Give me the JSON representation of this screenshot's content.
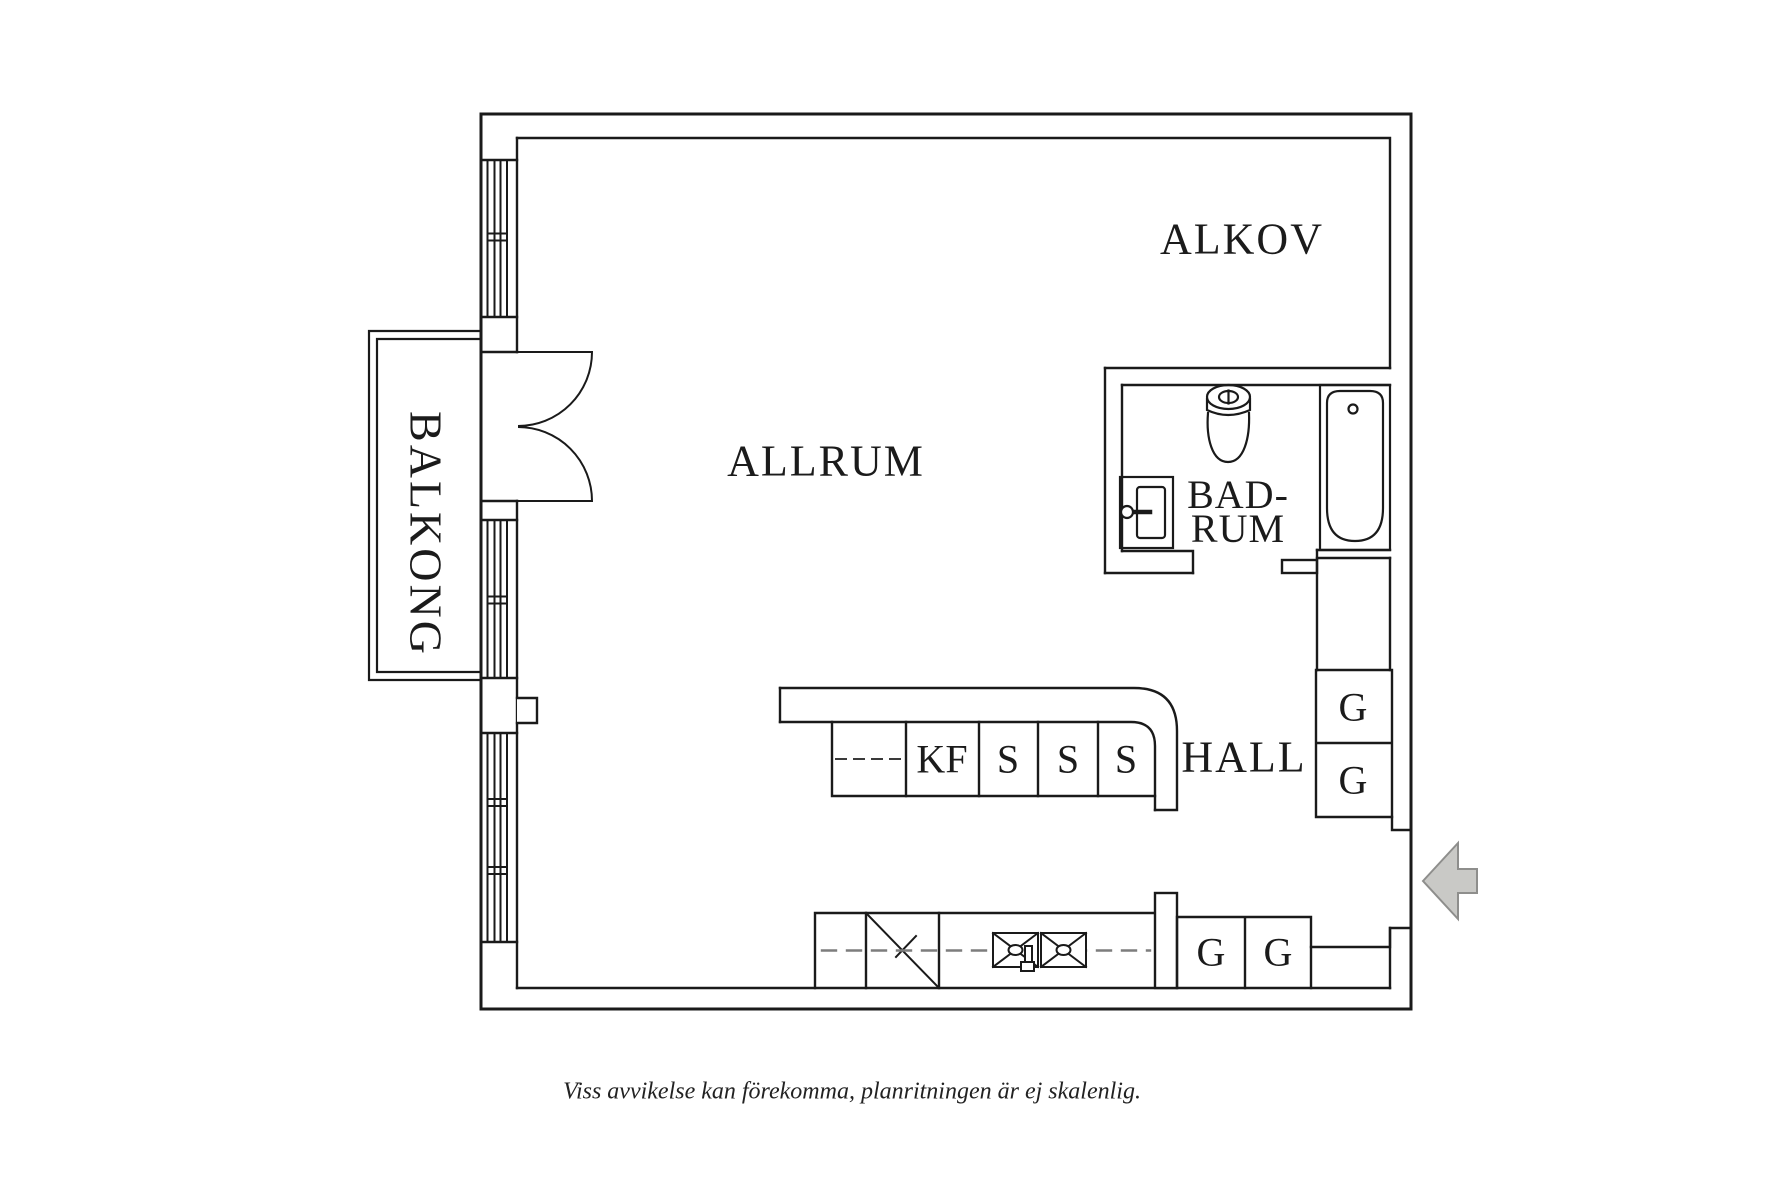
{
  "meta": {
    "type": "apartment floor plan",
    "background_color": "#ffffff",
    "line_color": "#1a1a1a",
    "arrow_fill": "#c9c9c6",
    "arrow_stroke": "#8e8e8c"
  },
  "rooms": {
    "alkov": "ALKOV",
    "allrum": "ALLRUM",
    "balkong": "BALKONG",
    "badrum_line1": "BAD-",
    "badrum_line2": "RUM",
    "hall": "HALL"
  },
  "units": {
    "fridge_freezer": "KF",
    "cabinet_1": "S",
    "cabinet_2": "S",
    "cabinet_3": "S",
    "wardrobe_hall_1": "G",
    "wardrobe_hall_2": "G",
    "wardrobe_entry_1": "G",
    "wardrobe_entry_2": "G"
  },
  "footer": {
    "note": "Viss avvikelse kan förekomma, planritningen är ej skalenlig."
  }
}
